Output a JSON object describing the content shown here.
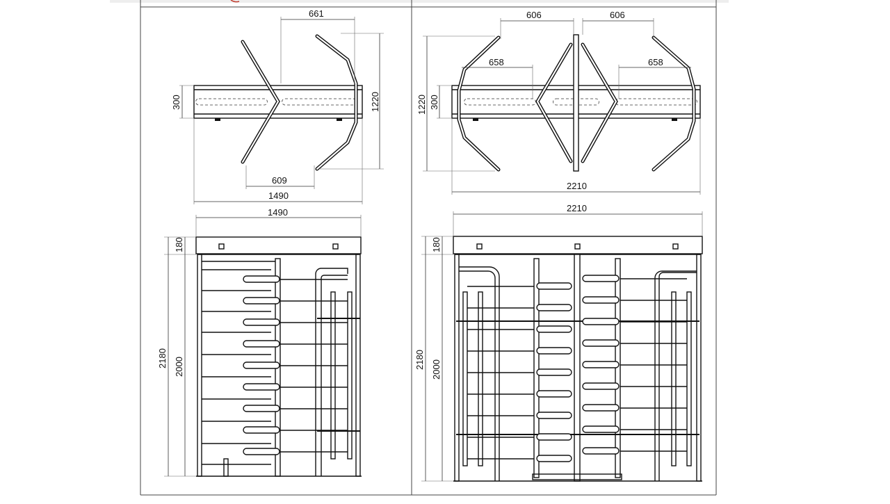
{
  "drawing": {
    "single": {
      "top_dims": {
        "arm_reach": "661",
        "depth": "300",
        "length": "1220",
        "arm_span": "609",
        "width": "1490"
      },
      "front_dims": {
        "width": "1490",
        "canopy": "180",
        "total_height": "2180",
        "passage_height": "2000"
      }
    },
    "double": {
      "top_dims": {
        "arm_left": "606",
        "arm_right": "606",
        "reach_left": "658",
        "reach_right": "658",
        "length": "1220",
        "depth": "300",
        "width": "2210"
      },
      "front_dims": {
        "width": "2210",
        "canopy": "180",
        "total_height": "2180",
        "passage_height": "2000"
      }
    }
  }
}
